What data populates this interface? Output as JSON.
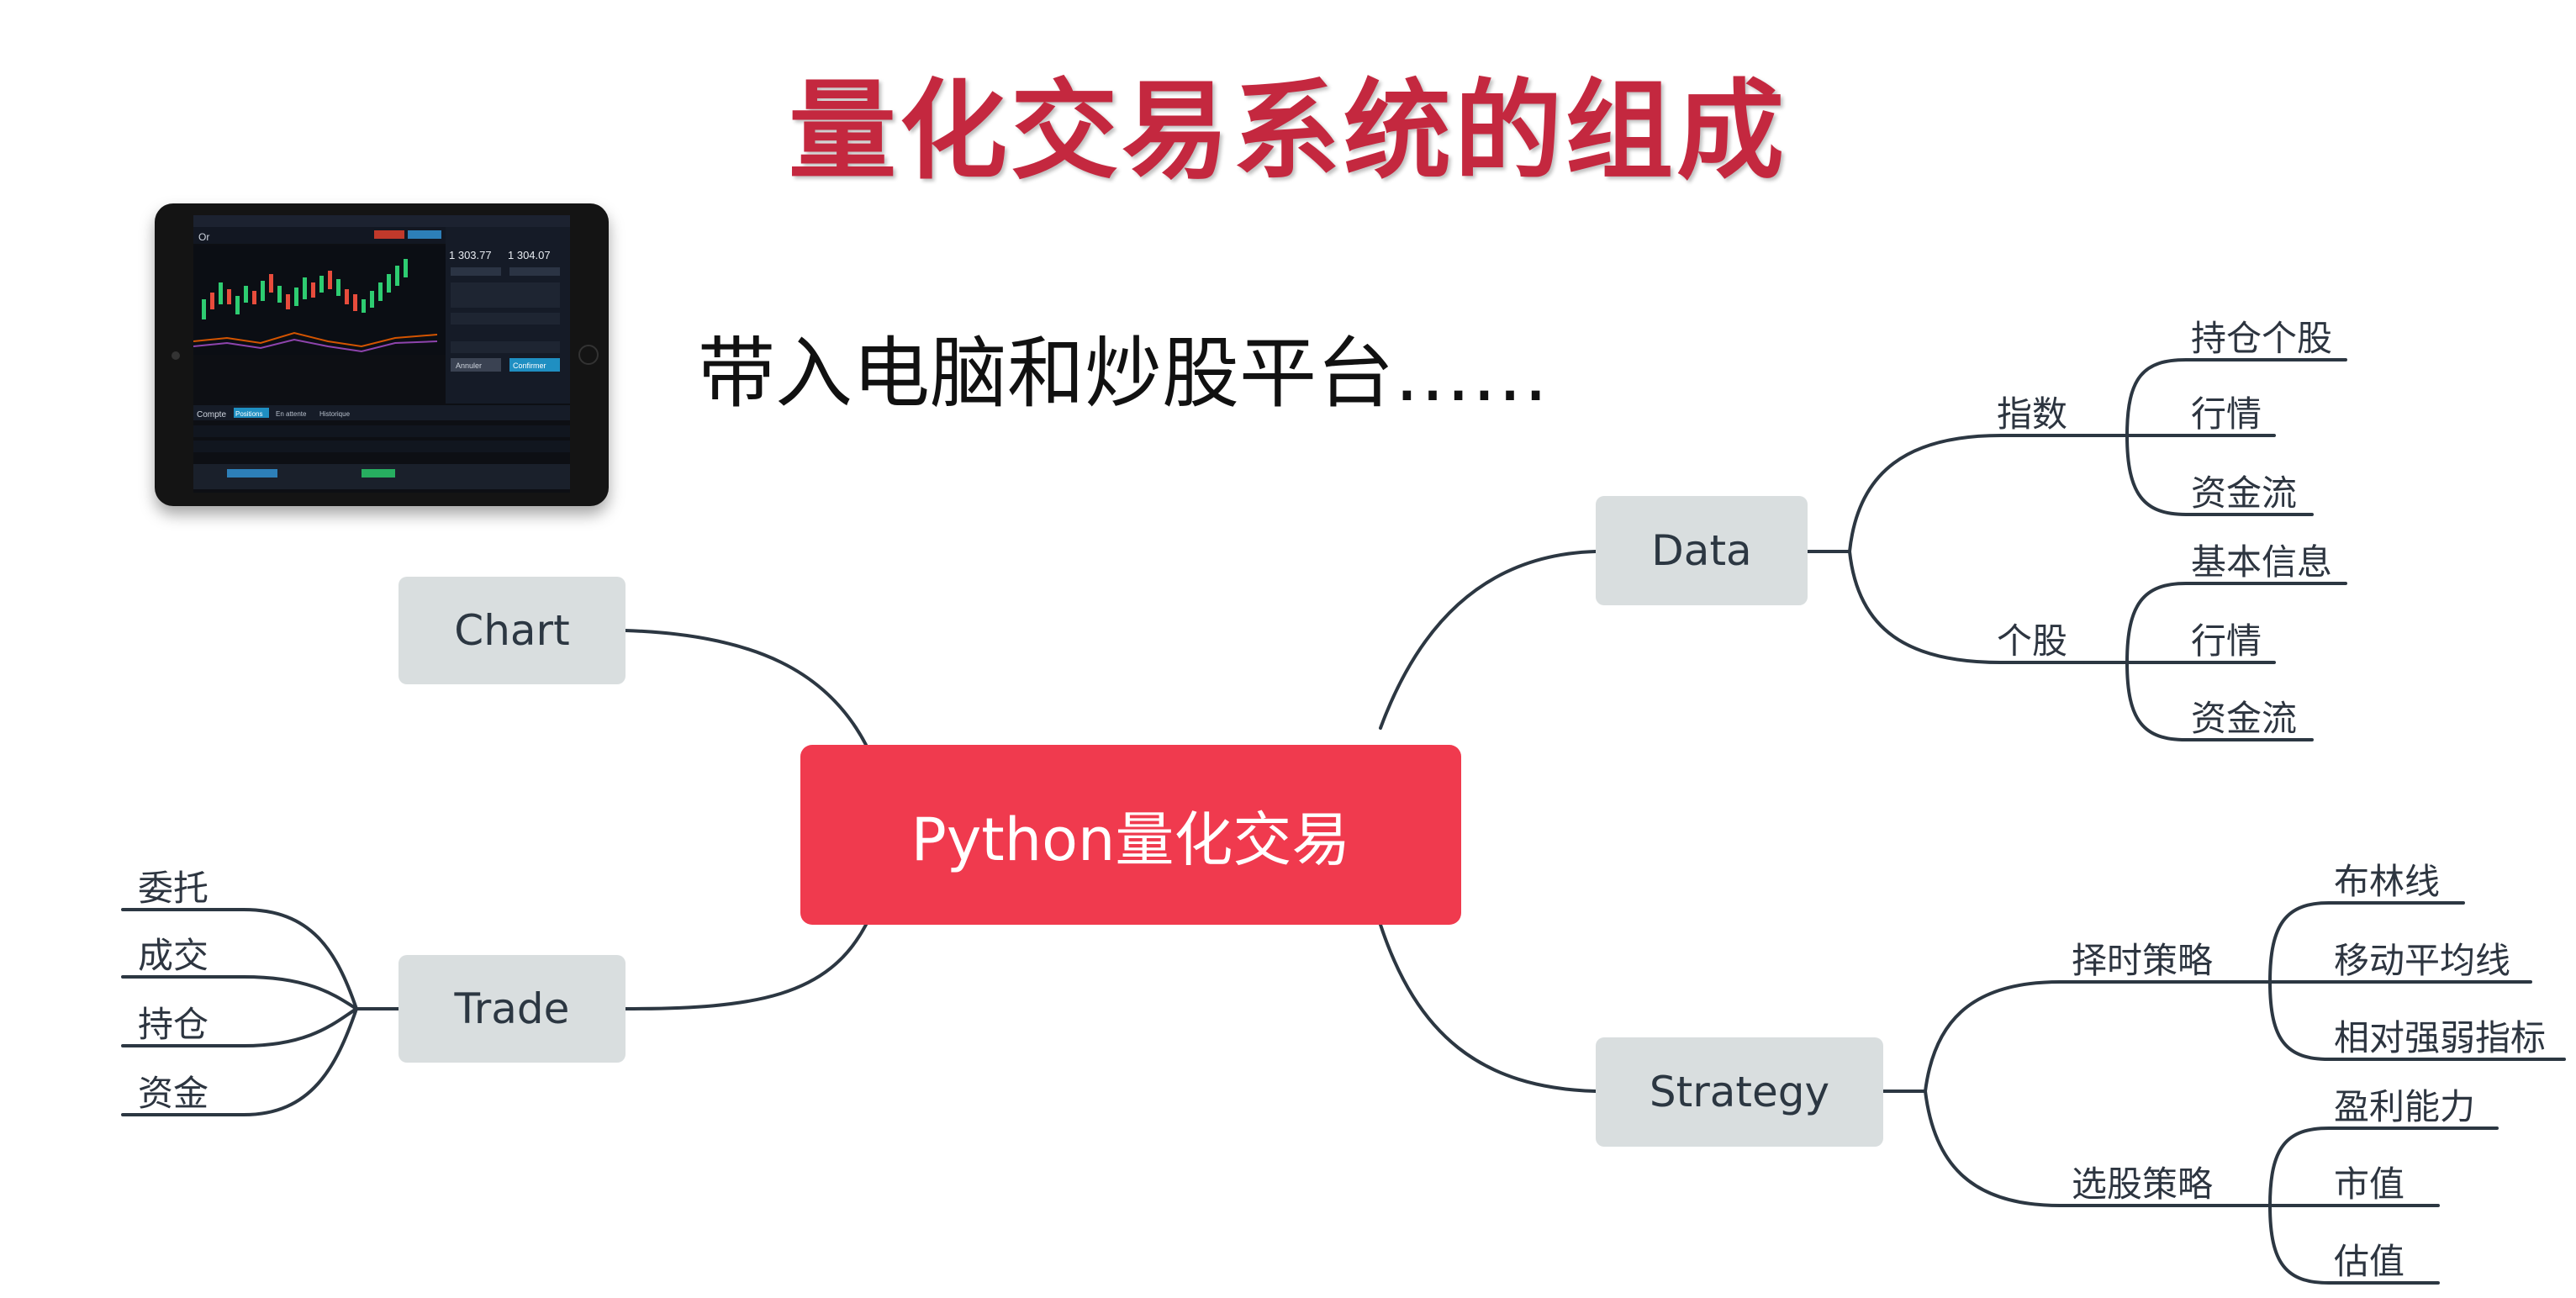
{
  "title": "量化交易系统的组成",
  "subtitle": "带入电脑和炒股平台……",
  "root": "Python量化交易",
  "branches": {
    "chart": "Chart",
    "trade": "Trade",
    "data": "Data",
    "strategy": "Strategy"
  },
  "trade_items": [
    "委托",
    "成交",
    "持仓",
    "资金"
  ],
  "data_groups": [
    {
      "label": "指数",
      "items": [
        "持仓个股",
        "行情",
        "资金流"
      ]
    },
    {
      "label": "个股",
      "items": [
        "基本信息",
        "行情",
        "资金流"
      ]
    }
  ],
  "strategy_groups": [
    {
      "label": "择时策略",
      "items": [
        "布林线",
        "移动平均线",
        "相对强弱指标"
      ]
    },
    {
      "label": "选股策略",
      "items": [
        "盈利能力",
        "市值",
        "估值"
      ]
    }
  ],
  "tablet": {
    "symbol": "Or",
    "price_bid": "1 303.77",
    "price_ask": "1 304.07",
    "tabs": [
      "Compte",
      "Positions",
      "En attente",
      "Historique"
    ],
    "button_left": "Annuler",
    "button_right": "Confirmer"
  },
  "colors": {
    "title": "#c4283f",
    "root": "#f03a4e",
    "node": "#d9dedf",
    "line": "#2c3742"
  }
}
